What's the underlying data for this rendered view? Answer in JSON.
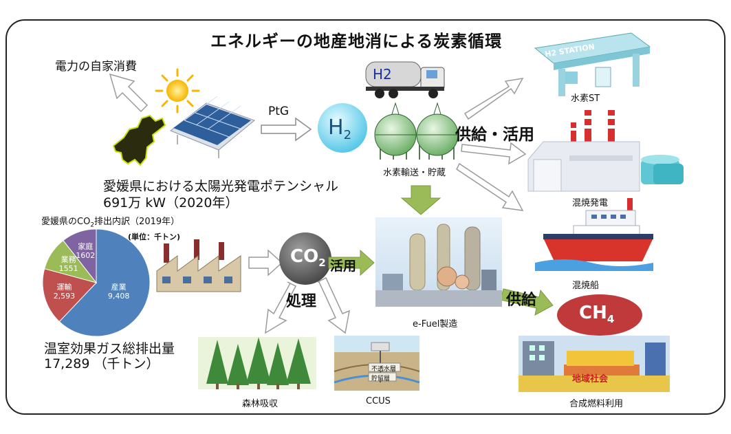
{
  "title": "エネルギーの地産地消による炭素循環",
  "labels": {
    "self_consumption": "電力の自家消費",
    "ptg": "PtG",
    "h2_text": "H",
    "h2_sub": "2",
    "truck_h2": "H2",
    "transport_storage": "水素輸送・貯蔵",
    "supply_use": "供給・活用",
    "hydrogen_station": "水素ST",
    "h2_station_sign": "H2 STATION",
    "cofiring_power": "混焼発電",
    "cofiring_ship": "混焼船",
    "solar_potential_line1": "愛媛県における太陽光発電ポテンシャル",
    "solar_potential_line2": "691万 kW（2020年）",
    "co2_text": "CO",
    "co2_sub": "2",
    "utilization": "活用",
    "treatment": "処理",
    "efuel": "e-Fuel製造",
    "supply": "供給",
    "ch4_text": "CH",
    "ch4_sub": "4",
    "local_community": "地域社会",
    "synthetic_fuel": "合成燃料利用",
    "forest": "森林吸収",
    "ccus": "CCUS",
    "impermeable_layer": "不透水層",
    "storage_layer": "貯留層",
    "ghg_line1": "温室効果ガス総排出量",
    "ghg_line2": "17,289 （千トン）"
  },
  "chart_data": {
    "type": "pie",
    "title": "愛媛県のCO",
    "title_sub": "2",
    "title_rest": "排出内訳（2019年）",
    "unit": "(単位：千トン)",
    "slices": [
      {
        "label": "産業",
        "value": 9408,
        "display": "9,408",
        "color": "#4f81bd"
      },
      {
        "label": "運輸",
        "value": 2593,
        "display": "2,593",
        "color": "#c0504d"
      },
      {
        "label": "業務",
        "value": 1551,
        "display": "1551",
        "color": "#9bbb59"
      },
      {
        "label": "家庭",
        "value": 1602,
        "display": "1602",
        "color": "#8064a2"
      }
    ]
  }
}
